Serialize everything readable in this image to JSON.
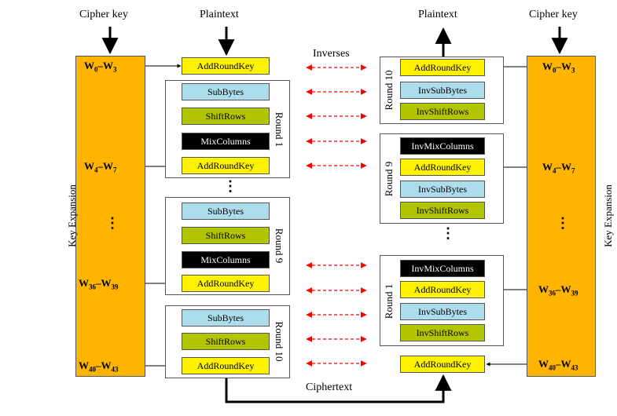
{
  "top_labels": {
    "cipher_key_left": "Cipher key",
    "plaintext_left": "Plaintext",
    "plaintext_right": "Plaintext",
    "cipher_key_right": "Cipher key",
    "inverses": "Inverses",
    "ciphertext": "Ciphertext"
  },
  "key_expansion": {
    "label_left": "Key Expansion",
    "label_right": "Key Expansion",
    "vertical_dots": "⋮"
  },
  "words": {
    "w0_w3": {
      "a": "W",
      "a_sub": "0",
      "dash": "–",
      "b": "W",
      "b_sub": "3"
    },
    "w4_w7": {
      "a": "W",
      "a_sub": "4",
      "dash": "–",
      "b": "W",
      "b_sub": "7"
    },
    "w36_w39": {
      "a": "W",
      "a_sub": "36",
      "dash": "–",
      "b": "W",
      "b_sub": "39"
    },
    "w40_w43": {
      "a": "W",
      "a_sub": "40",
      "dash": "–",
      "b": "W",
      "b_sub": "43"
    }
  },
  "encrypt": {
    "initial": "AddRoundKey",
    "round1": {
      "label": "Round 1",
      "steps": [
        "SubBytes",
        "ShiftRows",
        "MixColumns",
        "AddRoundKey"
      ]
    },
    "round9": {
      "label": "Round 9",
      "steps": [
        "SubBytes",
        "ShiftRows",
        "MixColumns",
        "AddRoundKey"
      ]
    },
    "round10": {
      "label": "Round 10",
      "steps": [
        "SubBytes",
        "ShiftRows",
        "AddRoundKey"
      ]
    }
  },
  "decrypt": {
    "round10": {
      "label": "Round 10",
      "steps": [
        "AddRoundKey",
        "InvSubBytes",
        "InvShiftRows"
      ]
    },
    "round9": {
      "label": "Round 9",
      "steps": [
        "InvMixColumns",
        "AddRoundKey",
        "InvSubBytes",
        "InvShiftRows"
      ]
    },
    "round1": {
      "label": "Round 1",
      "steps": [
        "InvMixColumns",
        "AddRoundKey",
        "InvSubBytes",
        "InvShiftRows"
      ]
    },
    "final": "AddRoundKey"
  },
  "colors": {
    "key_expansion": "#FFB400",
    "addroundkey": "#FFF200",
    "subbytes": "#ADDCEC",
    "shiftrows": "#B3C500",
    "mixcolumns": "#000000",
    "inverse_arrows": "#FF0000"
  }
}
